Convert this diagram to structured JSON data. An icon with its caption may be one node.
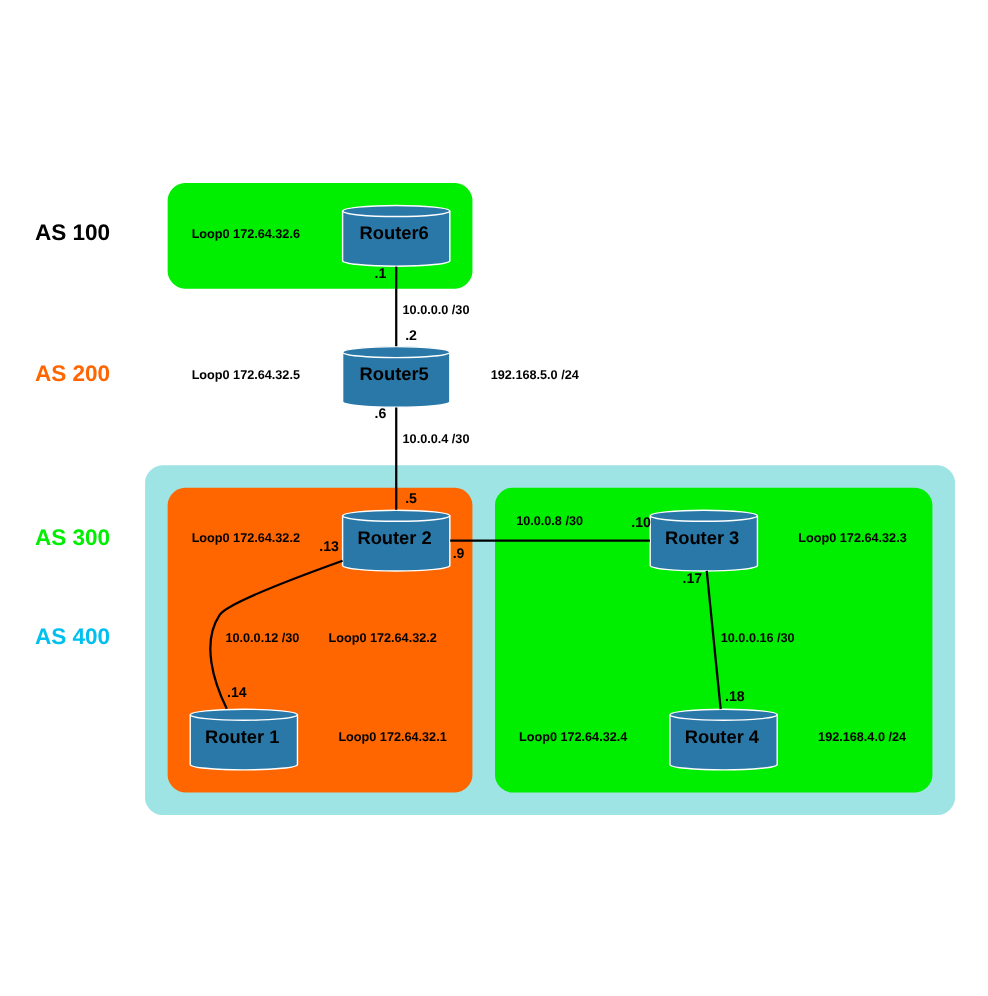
{
  "diagram": {
    "nodes": [
      {
        "text": [],
        "shape": "ellipse"
      },
      {
        "text": [
          "Router6"
        ],
        "in": 0,
        "beside": [
          "Loop0 172.64.32.6",
          ".1"
        ]
      },
      {
        "text": [
          "Router5"
        ],
        "beside": [
          ".2",
          "Loop0 172.64.32.5",
          "192.168.5.0 /24",
          ".6"
        ]
      },
      {
        "text": [],
        "shape": "ellipse"
      },
      {
        "text": [],
        "shape": "ellipse",
        "in": 3
      },
      {
        "text": [
          "Router 2"
        ],
        "in": 4,
        "beside": [
          ".5",
          "Loop0 172.64.32.2",
          ".9",
          ".13"
        ]
      },
      {
        "text": [
          "Router 1"
        ],
        "in": 4,
        "beside": [
          ".14",
          "Loop0 172.64.32.1"
        ]
      },
      {
        "text": [],
        "shape": "ellipse",
        "in": 3
      },
      {
        "text": [
          "Router 3"
        ],
        "in": 7,
        "beside": [
          ".10",
          "Loop0 172.64.32.3",
          ".17"
        ]
      },
      {
        "text": [
          "Router 4"
        ],
        "in": 7,
        "beside": [
          ".18",
          "192.168.4.0 /24",
          "Loop0 172.64.32.4"
        ]
      }
    ],
    "edges": [
      {
        "from": 1,
        "to": 2,
        "arrow": "none",
        "label": "10.0.0.0 /30"
      },
      {
        "from": 2,
        "to": 5,
        "arrow": "none",
        "label": "10.0.0.4 /30"
      },
      {
        "from": 5,
        "to": 8,
        "arrow": "none",
        "label": "10.0.0.8 /30"
      },
      {
        "from": 5,
        "to": 6,
        "arrow": "none",
        "label": "10.0.0.12 /30"
      },
      {
        "from": 8,
        "to": 9,
        "arrow": "none",
        "label": "10.0.0.16 /30"
      }
    ],
    "labels": [
      "Loop0 172.64.32.2"
    ],
    "legend": [
      {
        "text": "AS 100",
        "color": "#000000"
      },
      {
        "text": "AS 200",
        "color": "#ff6600"
      },
      {
        "text": "AS 300",
        "color": "#00ee00"
      },
      {
        "text": "AS 400",
        "color": "#00c0f0"
      }
    ]
  }
}
